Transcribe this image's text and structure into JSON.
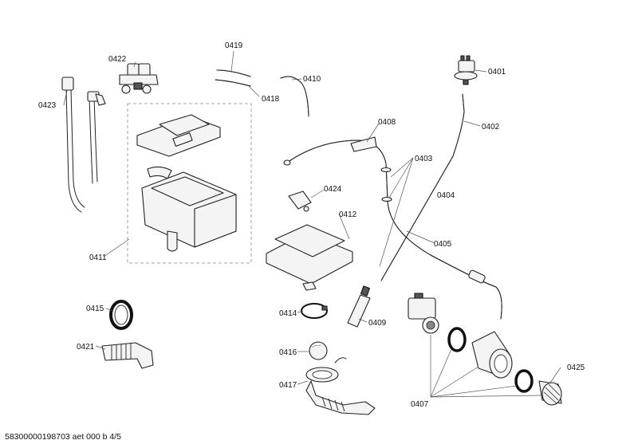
{
  "labels": {
    "p0419": "0419",
    "p0422": "0422",
    "p0410": "0410",
    "p0418": "0418",
    "p0401": "0401",
    "p0423": "0423",
    "p0402": "0402",
    "p0408": "0408",
    "p0403": "0403",
    "p0424": "0424",
    "p0404": "0404",
    "p0412": "0412",
    "p0405": "0405",
    "p0411": "0411",
    "p0415": "0415",
    "p0414": "0414",
    "p0409": "0409",
    "p0421": "0421",
    "p0416": "0416",
    "p0425": "0425",
    "p0417": "0417",
    "p0407": "0407"
  },
  "footer": {
    "doc_id": "58300000198703 aet 000 b 4/5"
  }
}
